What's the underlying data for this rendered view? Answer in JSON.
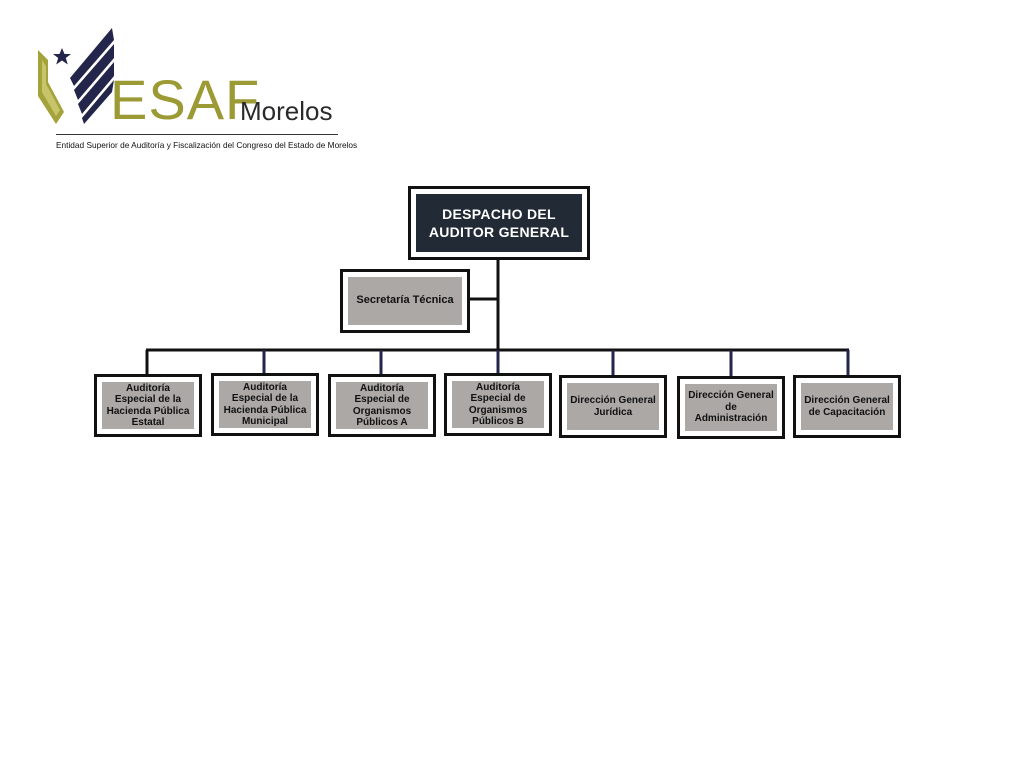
{
  "logo": {
    "brand": "ESAF",
    "brand_sub": "Morelos",
    "caption": "Entidad Superior de Auditoría y Fiscalización del Congreso del Estado de Morelos",
    "colors": {
      "olive": "#9b9a34",
      "navy": "#23254a"
    }
  },
  "org": {
    "head": "DESPACHO DEL AUDITOR GENERAL",
    "staff": "Secretaría Técnica",
    "units": [
      {
        "label": "Auditoría Especial de la Hacienda Pública Estatal"
      },
      {
        "label": "Auditoría Especial de la Hacienda Pública Municipal"
      },
      {
        "label": "Auditoría Especial de Organismos Públicos A"
      },
      {
        "label": "Auditoría Especial de Organismos Públicos B"
      },
      {
        "label": "Dirección General Jurídica"
      },
      {
        "label": "Dirección General de Administración"
      },
      {
        "label": "Dirección General de Capacitación"
      }
    ]
  },
  "colors": {
    "head_fill": "#222b35",
    "unit_fill": "#aba8a6",
    "connector": "#111111",
    "connector_tick": "#23254a"
  }
}
